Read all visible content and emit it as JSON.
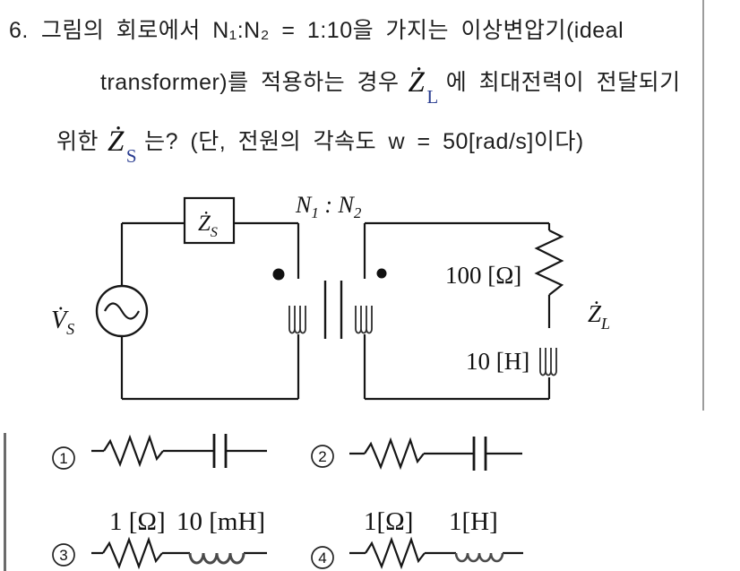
{
  "question": {
    "number": "6.",
    "line1": "그림의 회로에서 N₁:N₂ = 1:10을 가지는 이상변압기(ideal",
    "line2_prefix": "transformer)를 적용하는 경우",
    "line2_suffix": "에 최대전력이 전달되기",
    "line3_prefix": "위한",
    "line3_suffix": "는? (단, 전원의 각속도 w = 50[rad/s]이다)",
    "z_load": {
      "main": "Ż",
      "sub": "L"
    },
    "z_source": {
      "main": "Ż",
      "sub": "S"
    }
  },
  "circuit": {
    "source_label": {
      "main": "V̇",
      "sub": "S"
    },
    "zs_box_label": {
      "main": "Ż",
      "sub": "S"
    },
    "turns_label": {
      "base1": "N",
      "sub1": "1",
      "base2": " : N",
      "sub2": "2"
    },
    "resistor_label": "100 [Ω]",
    "inductor_label": "10 [H]",
    "zl_label": {
      "main": "Ż",
      "sub": "L"
    }
  },
  "options": [
    {
      "number": "1"
    },
    {
      "number": "2"
    },
    {
      "number": "3",
      "resistor_label": "1 [Ω]",
      "inductor_label": "10 [mH]"
    },
    {
      "number": "4",
      "resistor_label": "1[Ω]",
      "inductor_label": "1[H]"
    }
  ],
  "colors": {
    "subscript_blue": "#2b3e91",
    "ink": "#1a1a1a",
    "divider_gray": "#9c9c9c",
    "divider_dark": "#6b6b6b",
    "coil_gray": "#4a4a4a"
  }
}
